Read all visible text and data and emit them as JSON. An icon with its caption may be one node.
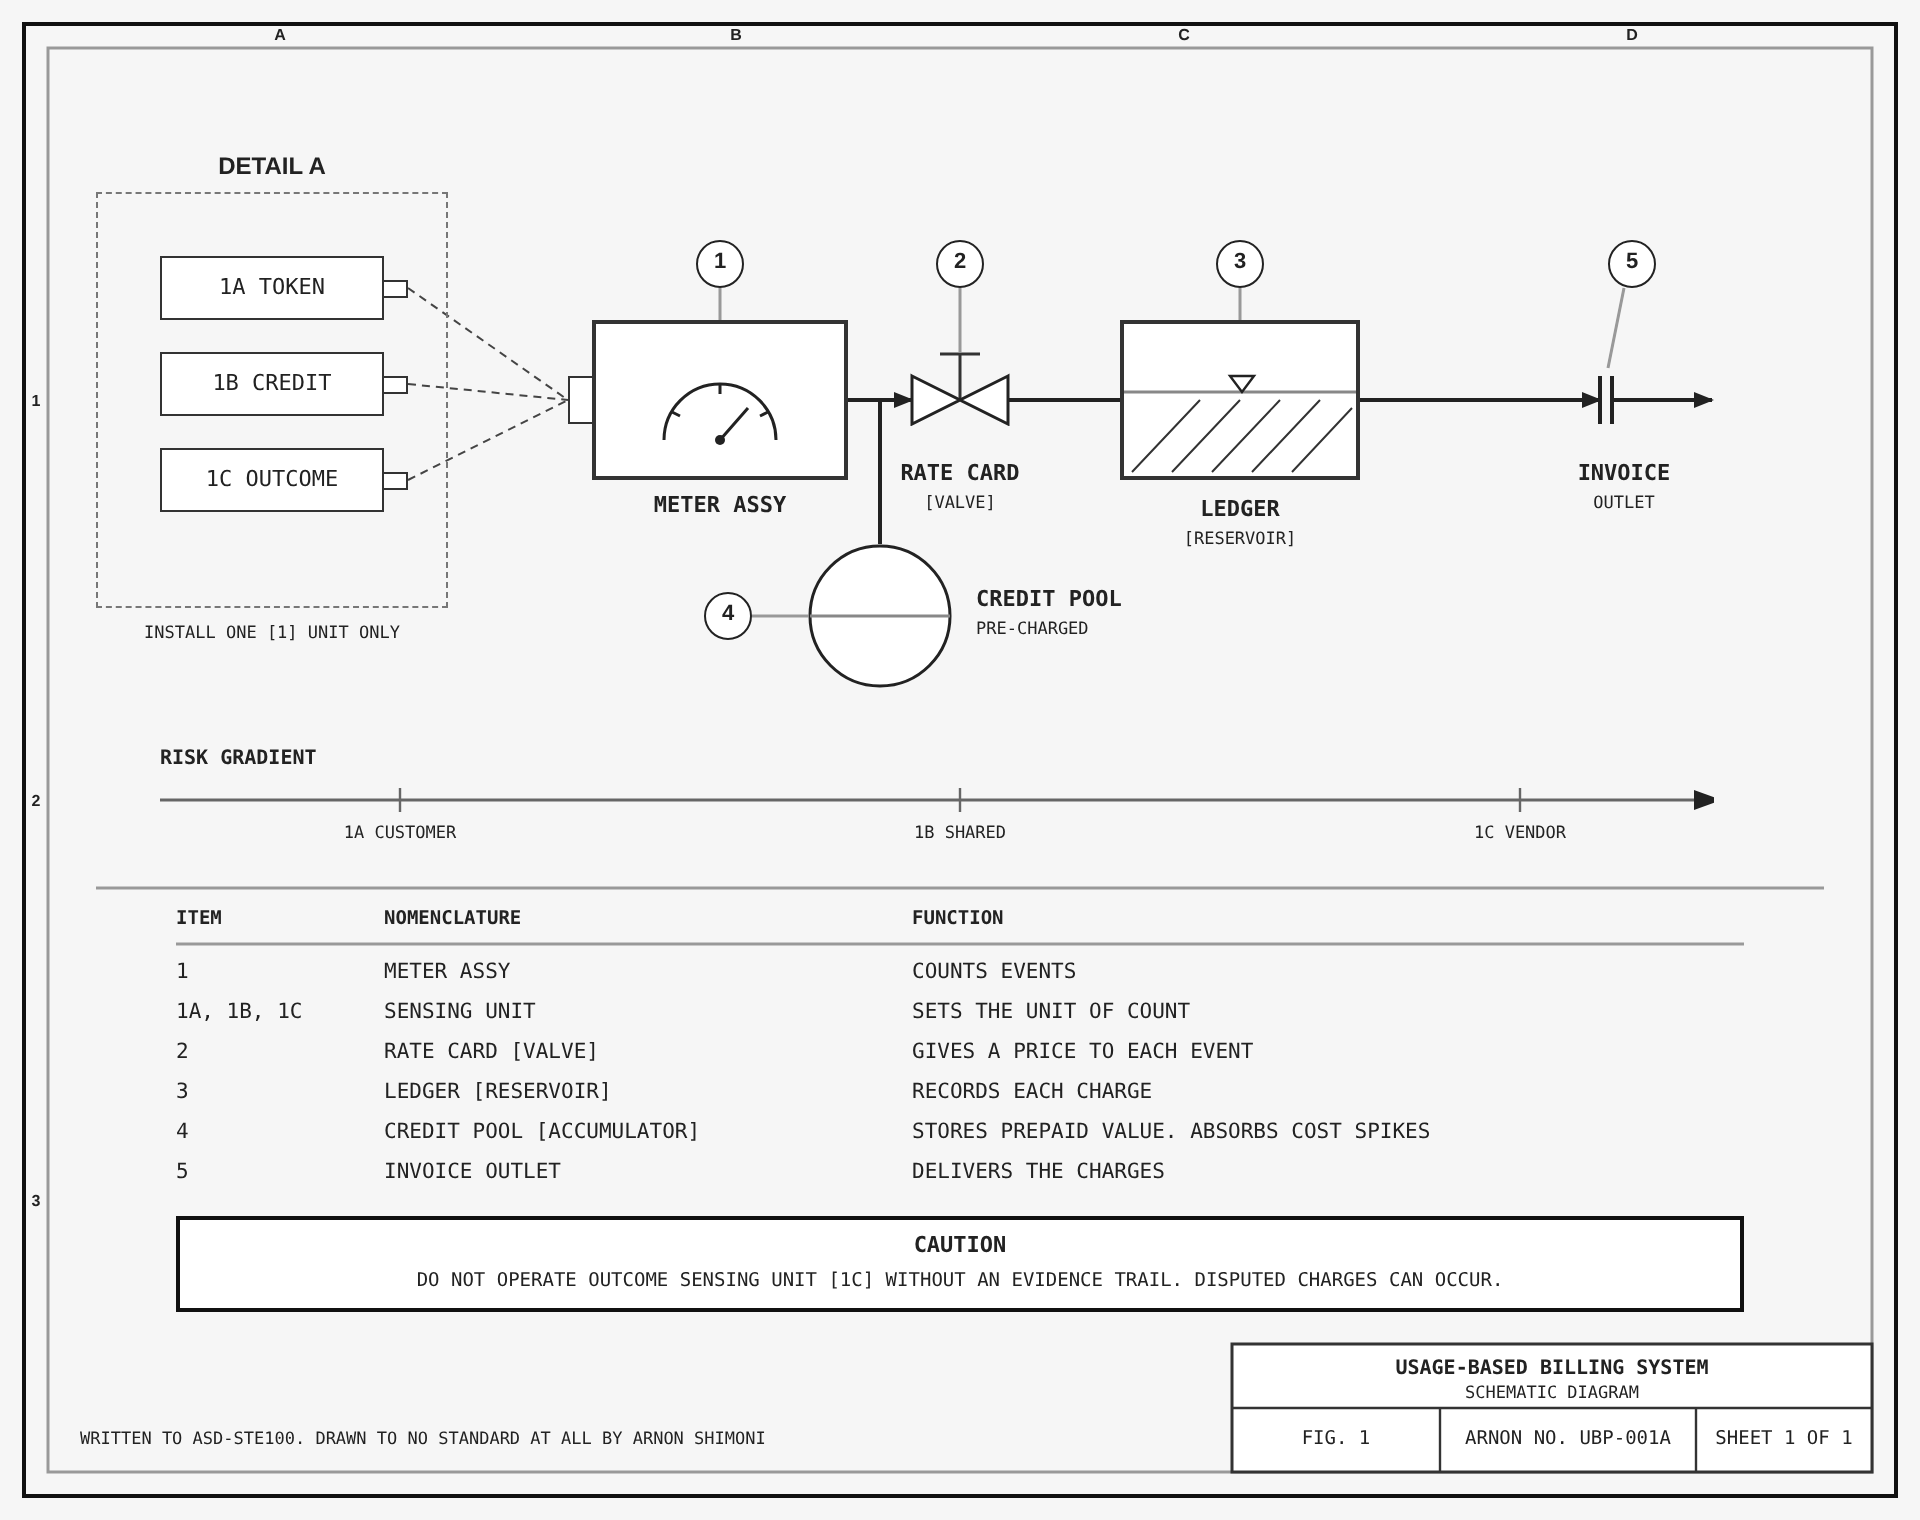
{
  "diagram": {
    "nodes": [
      {
        "text": [
          "DETAIL A"
        ],
        "beside": [
          "INSTALL ONE [1] UNIT ONLY"
        ]
      },
      {
        "text": [
          "1A TOKEN"
        ],
        "in": 0
      },
      {
        "text": [
          "1B CREDIT"
        ],
        "in": 0
      },
      {
        "text": [
          "1C OUTCOME"
        ],
        "in": 0
      },
      {
        "text": [
          "METER ASSY"
        ]
      },
      {
        "text": [
          "RATE CARD",
          "[VALVE]"
        ]
      },
      {
        "text": [
          "LEDGER",
          "[RESERVOIR]"
        ]
      },
      {
        "text": [
          "INVOICE",
          "OUTLET"
        ]
      },
      {
        "text": [
          "CREDIT POOL",
          "PRE-CHARGED"
        ]
      },
      {
        "text": [
          "1"
        ]
      },
      {
        "text": [
          "2"
        ]
      },
      {
        "text": [
          "3"
        ]
      },
      {
        "text": [
          "4"
        ]
      },
      {
        "text": [
          "5"
        ]
      },
      {
        "text": [
          "CAUTION",
          "DO NOT OPERATE OUTCOME SENSING UNIT [1C] WITHOUT AN EVIDENCE TRAIL. DISPUTED CHARGES CAN OCCUR."
        ]
      }
    ],
    "edges": [
      {
        "from": 1,
        "to": 4,
        "arrow": "none",
        "style": "dashed"
      },
      {
        "from": 2,
        "to": 4,
        "arrow": "none",
        "style": "dashed"
      },
      {
        "from": 3,
        "to": 4,
        "arrow": "none",
        "style": "dashed"
      },
      {
        "from": 4,
        "to": 5,
        "arrow": "to"
      },
      {
        "from": 8,
        "to": 5,
        "arrow": "none"
      },
      {
        "from": 5,
        "to": 6,
        "arrow": "none"
      },
      {
        "from": 6,
        "to": 7,
        "arrow": "to"
      },
      {
        "from": 7,
        "to": null,
        "arrow": "to"
      },
      {
        "from": 9,
        "to": 4,
        "arrow": "none",
        "color": "#999999"
      },
      {
        "from": 10,
        "to": 5,
        "arrow": "none",
        "color": "#999999"
      },
      {
        "from": 11,
        "to": 6,
        "arrow": "none",
        "color": "#999999"
      },
      {
        "from": 12,
        "to": 8,
        "arrow": "none",
        "color": "#999999"
      },
      {
        "from": 13,
        "to": 7,
        "arrow": "none",
        "color": "#999999"
      }
    ],
    "labels": [
      "A",
      "B",
      "C",
      "D",
      "1",
      "RISK GRADIENT",
      "2",
      "1A CUSTOMER",
      "1B SHARED",
      "1C VENDOR",
      "ITEM",
      "NOMENCLATURE",
      "FUNCTION",
      "1",
      "METER ASSY",
      "COUNTS EVENTS",
      "1A, 1B, 1C",
      "SENSING UNIT",
      "SETS THE UNIT OF COUNT",
      "2",
      "RATE CARD [VALVE]",
      "GIVES A PRICE TO EACH EVENT",
      "3",
      "LEDGER [RESERVOIR]",
      "RECORDS EACH CHARGE",
      "4",
      "CREDIT POOL [ACCUMULATOR]",
      "STORES PREPAID VALUE. ABSORBS COST SPIKES",
      "5",
      "INVOICE OUTLET",
      "DELIVERS THE CHARGES",
      "3",
      "USAGE-BASED BILLING SYSTEM",
      "SCHEMATIC DIAGRAM",
      "WRITTEN TO ASD-STE100. DRAWN TO NO STANDARD AT ALL BY ARNON SHIMONI",
      "FIG. 1",
      "ARNON NO. UBP-001A",
      "SHEET 1 OF 1"
    ]
  }
}
